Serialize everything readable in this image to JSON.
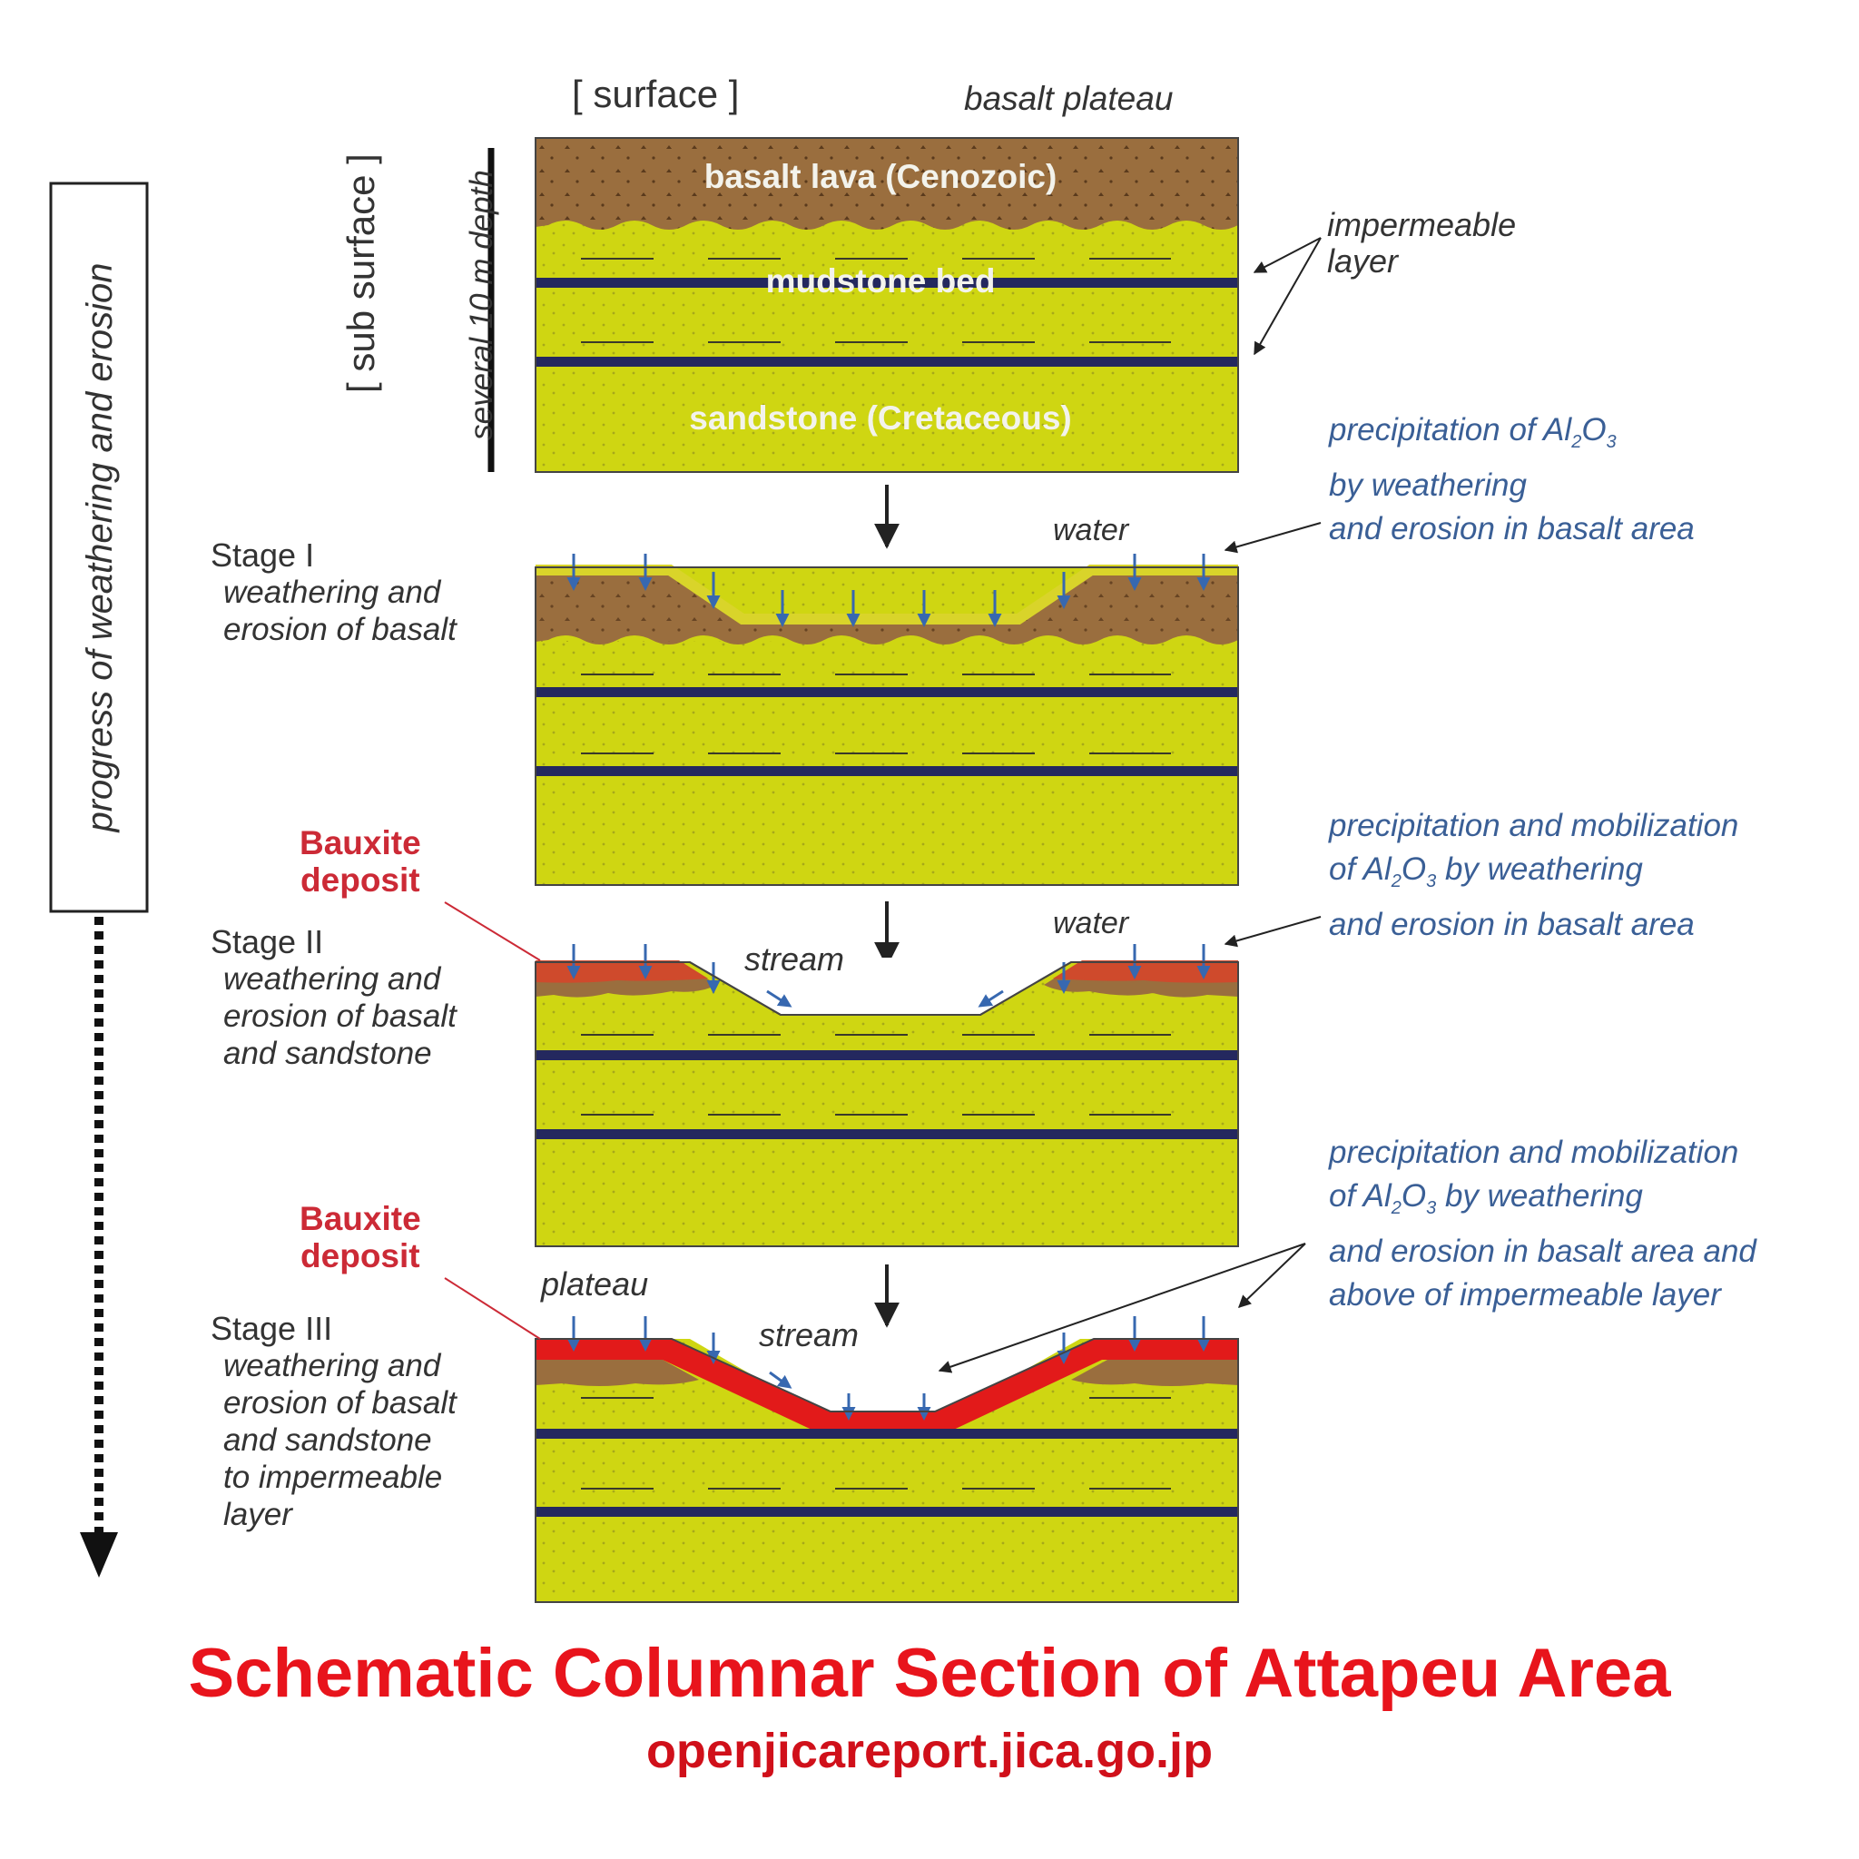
{
  "header": {
    "surface": "[ surface ]",
    "basalt_plateau": "basalt plateau",
    "sub_surface": "[ sub surface ]",
    "depth": "several 10 m depth"
  },
  "layers": {
    "basalt": "basalt lava (Cenozoic)",
    "mudstone": "mudstone bed",
    "sandstone": "sandstone (Cretaceous)"
  },
  "impermeable": [
    "impermeable",
    "layer"
  ],
  "progress": "progress of weathering and erosion",
  "stages": [
    {
      "title": "Stage I",
      "desc": [
        "weathering and",
        "erosion of basalt"
      ]
    },
    {
      "title": "Stage II",
      "desc": [
        "weathering and",
        "erosion of basalt",
        "and sandstone"
      ]
    },
    {
      "title": "Stage III",
      "desc": [
        "weathering and",
        "erosion of basalt",
        "and sandstone",
        "to impermeable",
        "layer"
      ]
    }
  ],
  "bauxite": [
    "Bauxite",
    "deposit"
  ],
  "labels": {
    "water": "water",
    "stream": "stream",
    "plateau": "plateau"
  },
  "notes": {
    "n1": {
      "l1": "precipitation of Al",
      "l1_sub1": "2",
      "l1_mid": "O",
      "l1_sub2": "3",
      "l2": "by weathering",
      "l3": "and erosion in basalt area"
    },
    "n2": {
      "l1": "precipitation and mobilization",
      "l2_pre": "of Al",
      "l2_sub1": "2",
      "l2_mid": "O",
      "l2_sub2": "3",
      "l2_post": " by weathering",
      "l3": "and erosion in basalt area"
    },
    "n3": {
      "l1": "precipitation and mobilization",
      "l2_pre": "of Al",
      "l2_sub1": "2",
      "l2_mid": "O",
      "l2_sub2": "3",
      "l2_post": " by weathering",
      "l3": "and erosion in basalt area and",
      "l4": "above of impermeable layer"
    }
  },
  "footer": {
    "title": "Schematic Columnar Section of Attapeu Area",
    "source": "openjicareport.jica.go.jp"
  },
  "colors": {
    "basalt": "#9a6e3e",
    "sandstone": "#cfd612",
    "mudstone": "#24285e",
    "bauxite_dark": "#cf4a2c",
    "bauxite_red": "#e21a1a",
    "note_blue": "#3a5f96",
    "title_red": "#e8141c"
  }
}
